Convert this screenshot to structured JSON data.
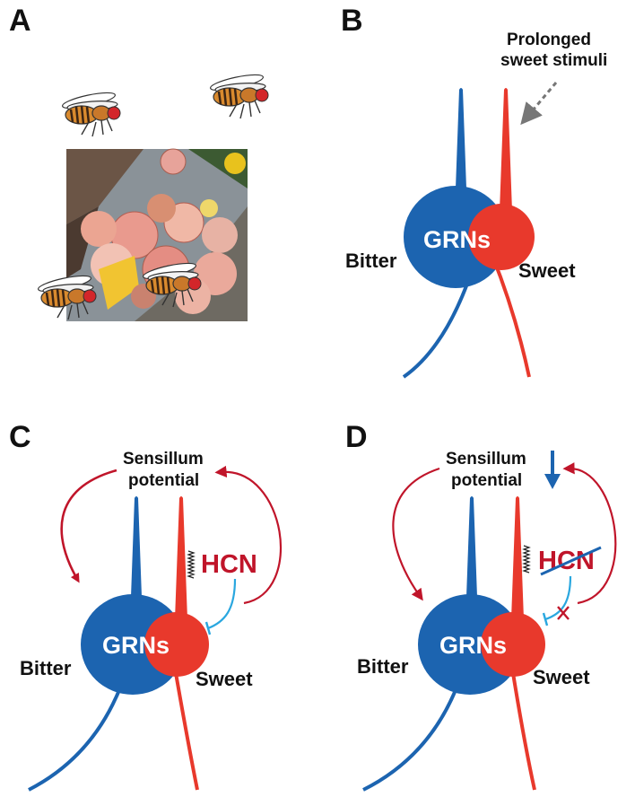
{
  "panels": {
    "a": {
      "letter": "A"
    },
    "b": {
      "letter": "B",
      "stimulus_line1": "Prolonged",
      "stimulus_line2": "sweet stimuli",
      "cell_label": "GRNs",
      "bitter_label": "Bitter",
      "sweet_label": "Sweet"
    },
    "c": {
      "letter": "C",
      "potential_line1": "Sensillum",
      "potential_line2": "potential",
      "channel_label": "HCN",
      "cell_label": "GRNs",
      "bitter_label": "Bitter",
      "sweet_label": "Sweet"
    },
    "d": {
      "letter": "D",
      "potential_line1": "Sensillum",
      "potential_line2": "potential",
      "channel_label": "HCN",
      "cell_label": "GRNs",
      "bitter_label": "Bitter",
      "sweet_label": "Sweet"
    }
  },
  "colors": {
    "bitter_blue": "#1c64b0",
    "sweet_red": "#e8392c",
    "feedback_red": "#c0152a",
    "inhibit_cyan": "#2aa7df",
    "dashed_gray": "#777777"
  }
}
